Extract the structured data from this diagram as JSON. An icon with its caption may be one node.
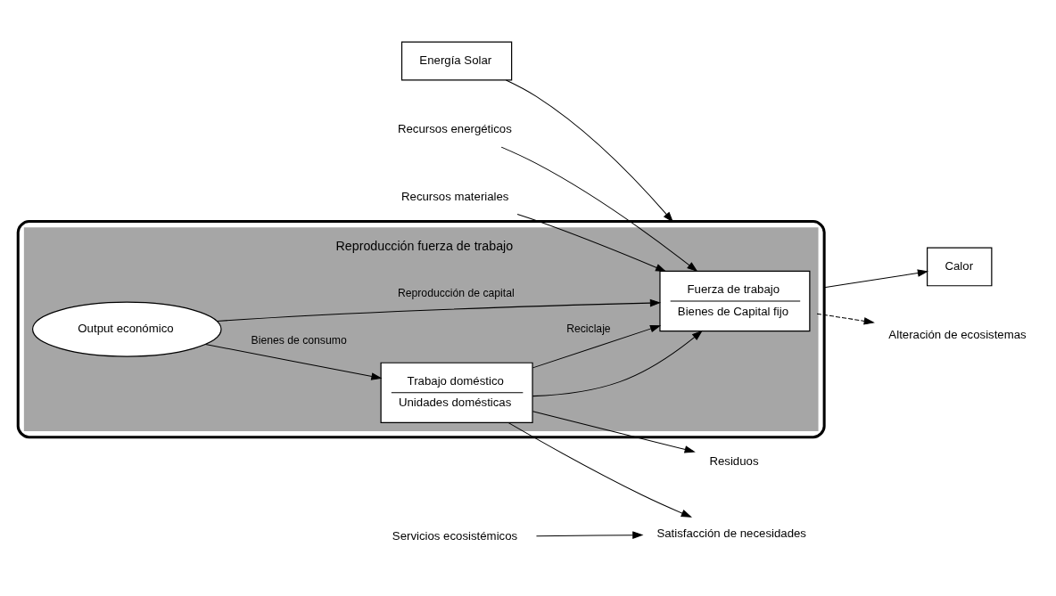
{
  "diagram": {
    "nodes": [
      {
        "text": [],
        "shape": "ellipse"
      },
      {
        "text": [
          "Reproducción fuerza de trabajo"
        ],
        "in": 0
      },
      {
        "text": [
          "Fuerza de trabajo",
          "Bienes de Capital fijo"
        ],
        "in": 1
      },
      {
        "text": [
          "Output económico"
        ],
        "in": 1
      },
      {
        "text": [
          "Trabajo doméstico",
          "Unidades domésticas"
        ],
        "in": 1
      },
      {
        "text": [
          "Energía Solar"
        ]
      },
      {
        "text": [
          "Calor"
        ]
      },
      {
        "text": [
          "Satisfacción de necesidades"
        ]
      },
      {
        "text": [
          "Servicios ecosistémicos"
        ]
      },
      {
        "text": [
          "Recursos energéticos"
        ]
      },
      {
        "text": [
          "Recursos materiales"
        ]
      },
      {
        "text": [
          "Alteración de ecosistemas"
        ]
      },
      {
        "text": [
          "Residuos"
        ]
      }
    ],
    "edges": [
      {
        "from": 5,
        "to": 0,
        "arrow": "to"
      },
      {
        "from": 0,
        "to": 6,
        "arrow": "to"
      },
      {
        "from": 4,
        "to": 7,
        "arrow": "to"
      },
      {
        "from": 8,
        "to": 7,
        "arrow": "to"
      },
      {
        "from": 9,
        "to": 2,
        "arrow": "to"
      },
      {
        "from": 10,
        "to": 2,
        "arrow": "to"
      },
      {
        "from": 4,
        "to": 2,
        "arrow": "to"
      },
      {
        "from": 3,
        "to": 2,
        "label": "Reproducción de capital",
        "arrow": "to"
      },
      {
        "from": 3,
        "to": 4,
        "label": "Bienes de consumo",
        "arrow": "to"
      },
      {
        "from": 4,
        "to": 12,
        "arrow": "to"
      },
      {
        "from": 4,
        "to": 2,
        "label": "Reciclaje",
        "arrow": "to"
      },
      {
        "from": 1,
        "to": 11,
        "arrow": "to",
        "style": "dashed"
      }
    ]
  }
}
